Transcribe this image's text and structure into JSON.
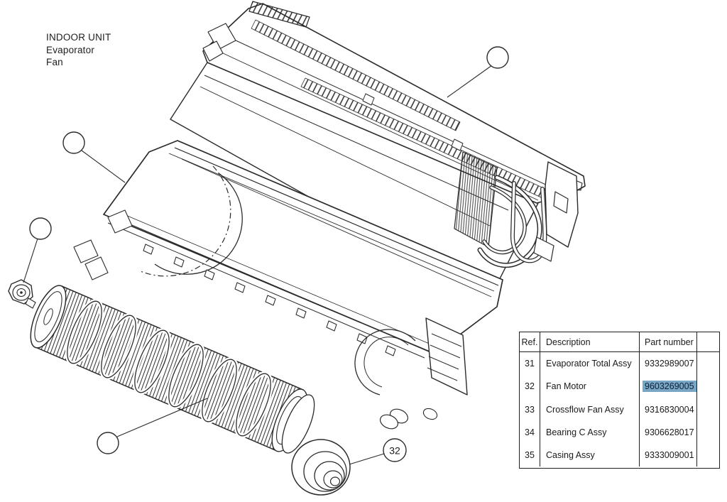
{
  "title": {
    "lines": [
      "INDOOR UNIT",
      "Evaporator",
      "Fan"
    ]
  },
  "diagram": {
    "balloons": [
      {
        "label": ""
      },
      {
        "label": ""
      },
      {
        "label": ""
      },
      {
        "label": ""
      },
      {
        "label": "32"
      }
    ]
  },
  "table": {
    "headers": [
      "Ref.",
      "Description",
      "Part number",
      ""
    ],
    "rows": [
      {
        "ref": "31",
        "description": "Evaporator Total Assy",
        "part_number": "9332989007",
        "highlighted": false
      },
      {
        "ref": "32",
        "description": "Fan Motor",
        "part_number": "9603269005",
        "highlighted": true
      },
      {
        "ref": "33",
        "description": "Crossflow Fan Assy",
        "part_number": "9316830004",
        "highlighted": false
      },
      {
        "ref": "34",
        "description": "Bearing C Assy",
        "part_number": "9306628017",
        "highlighted": false
      },
      {
        "ref": "35",
        "description": "Casing Assy",
        "part_number": "9333009001",
        "highlighted": false
      }
    ],
    "highlight_color": "#7aa6c6",
    "highlight_text_color": "#0c2236"
  }
}
